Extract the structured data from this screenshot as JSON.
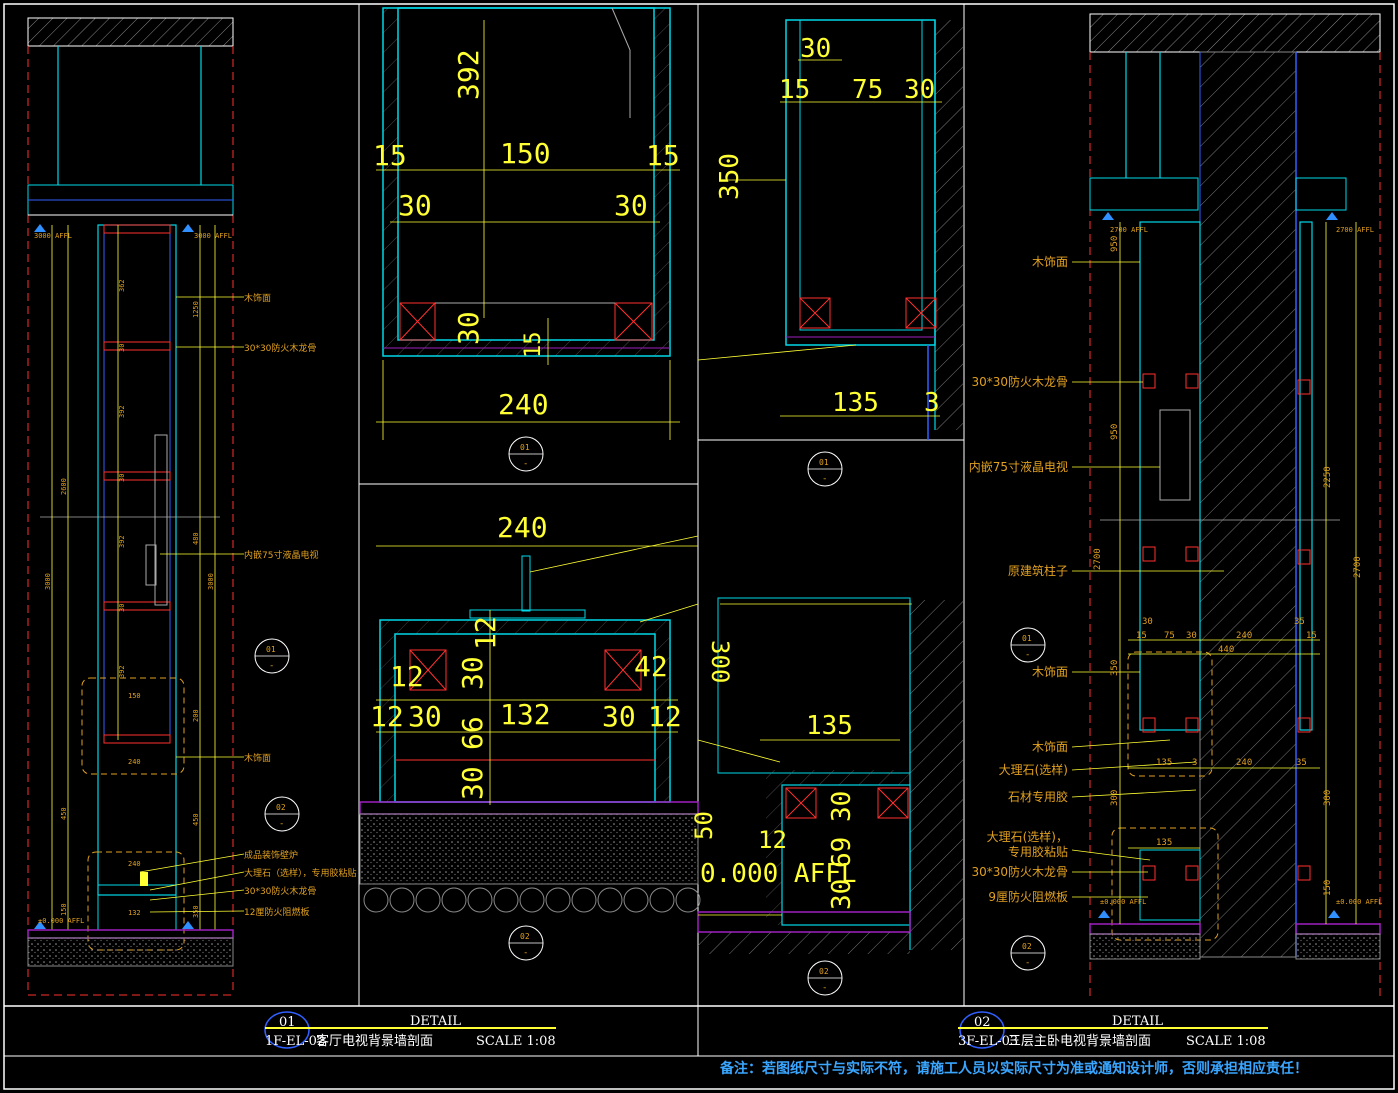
{
  "colors": {
    "background": "#000000",
    "frame": "#ffffff",
    "wall_cyan": "#00d8e8",
    "dimension_yellow": "#ffff33",
    "label_orange": "#e0a020",
    "hatch_grey": "#8c8c8c",
    "cut_red": "#ff3030",
    "blue_line": "#3060ff",
    "note_blue": "#3aa6ff",
    "purple": "#a020c0"
  },
  "left_elevation": {
    "level_top_left": "3000 AFFL",
    "level_top_right": "3000 AFFL",
    "level_bottom": "±0.000 AFFL",
    "dims_left": [
      "3000",
      "2600",
      "450",
      "150"
    ],
    "dims_right": [
      "1250",
      "3000",
      "480",
      "200",
      "450",
      "350"
    ],
    "dims_inner": [
      "362",
      "30",
      "392",
      "30",
      "392",
      "30",
      "392"
    ],
    "labels": [
      "木饰面",
      "30*30防火木龙骨",
      "内嵌75寸液晶电视",
      "木饰面",
      "成品装饰壁炉",
      "大理石（选样），专用胶粘贴",
      "30*30防火木龙骨",
      "12厘防火阻燃板"
    ],
    "detail_box_dims": [
      "150",
      "240",
      "240",
      "132"
    ],
    "callout_1": {
      "num": "01",
      "sub": "-"
    },
    "callout_2": {
      "num": "02",
      "sub": "-"
    }
  },
  "detail_a_top": {
    "dims": [
      "392",
      "15",
      "150",
      "15",
      "30",
      "30",
      "30",
      "15",
      "240"
    ],
    "callout": {
      "num": "01",
      "sub": "-"
    }
  },
  "detail_a_bottom": {
    "dims": [
      "240",
      "30",
      "12",
      "12",
      "42",
      "12",
      "30",
      "66",
      "132",
      "30",
      "12",
      "30"
    ],
    "callout": {
      "num": "02",
      "sub": "-"
    }
  },
  "detail_b_top": {
    "dims": [
      "30",
      "15",
      "75",
      "30",
      "350",
      "135",
      "3"
    ],
    "callout": {
      "num": "01",
      "sub": "-"
    }
  },
  "detail_b_bottom": {
    "dims": [
      "300",
      "135",
      "50",
      "12",
      "30",
      "69",
      "30"
    ],
    "level": "0.000 AFFL",
    "callout": {
      "num": "02",
      "sub": "-"
    }
  },
  "right_elevation": {
    "level_top_left": "2700 AFFL",
    "level_top_right": "2700 AFFL",
    "level_bottom_left": "±0.000 AFFL",
    "level_bottom_right": "±0.000 AFFL",
    "dims_left": [
      "950",
      "950",
      "2700",
      "350",
      "300"
    ],
    "dims_right": [
      "2250",
      "2700",
      "300",
      "150"
    ],
    "dims_horiz": [
      "30",
      "15",
      "75",
      "30",
      "240",
      "35",
      "15",
      "440",
      "135",
      "3",
      "240",
      "35",
      "135"
    ],
    "labels": [
      "木饰面",
      "30*30防火木龙骨",
      "内嵌75寸液晶电视",
      "原建筑柱子",
      "木饰面",
      "木饰面",
      "大理石(选样)",
      "石材专用胶",
      "大理石(选样)，",
      "专用胶粘贴",
      "30*30防火木龙骨",
      "9厘防火阻燃板"
    ],
    "callout_1": {
      "num": "01",
      "sub": "-"
    },
    "callout_2": {
      "num": "02",
      "sub": "-"
    }
  },
  "title_block": {
    "left": {
      "num": "01",
      "heading": "DETAIL",
      "code": "1F-EL-02",
      "title": "客厅电视背景墙剖面",
      "scale": "SCALE 1:08"
    },
    "right": {
      "num": "02",
      "heading": "DETAIL",
      "code": "3F-EL-03",
      "title": "三层主卧电视背景墙剖面",
      "scale": "SCALE 1:08"
    }
  },
  "note": "备注：若图纸尺寸与实际不符，请施工人员以实际尺寸为准或通知设计师，否则承担相应责任！"
}
